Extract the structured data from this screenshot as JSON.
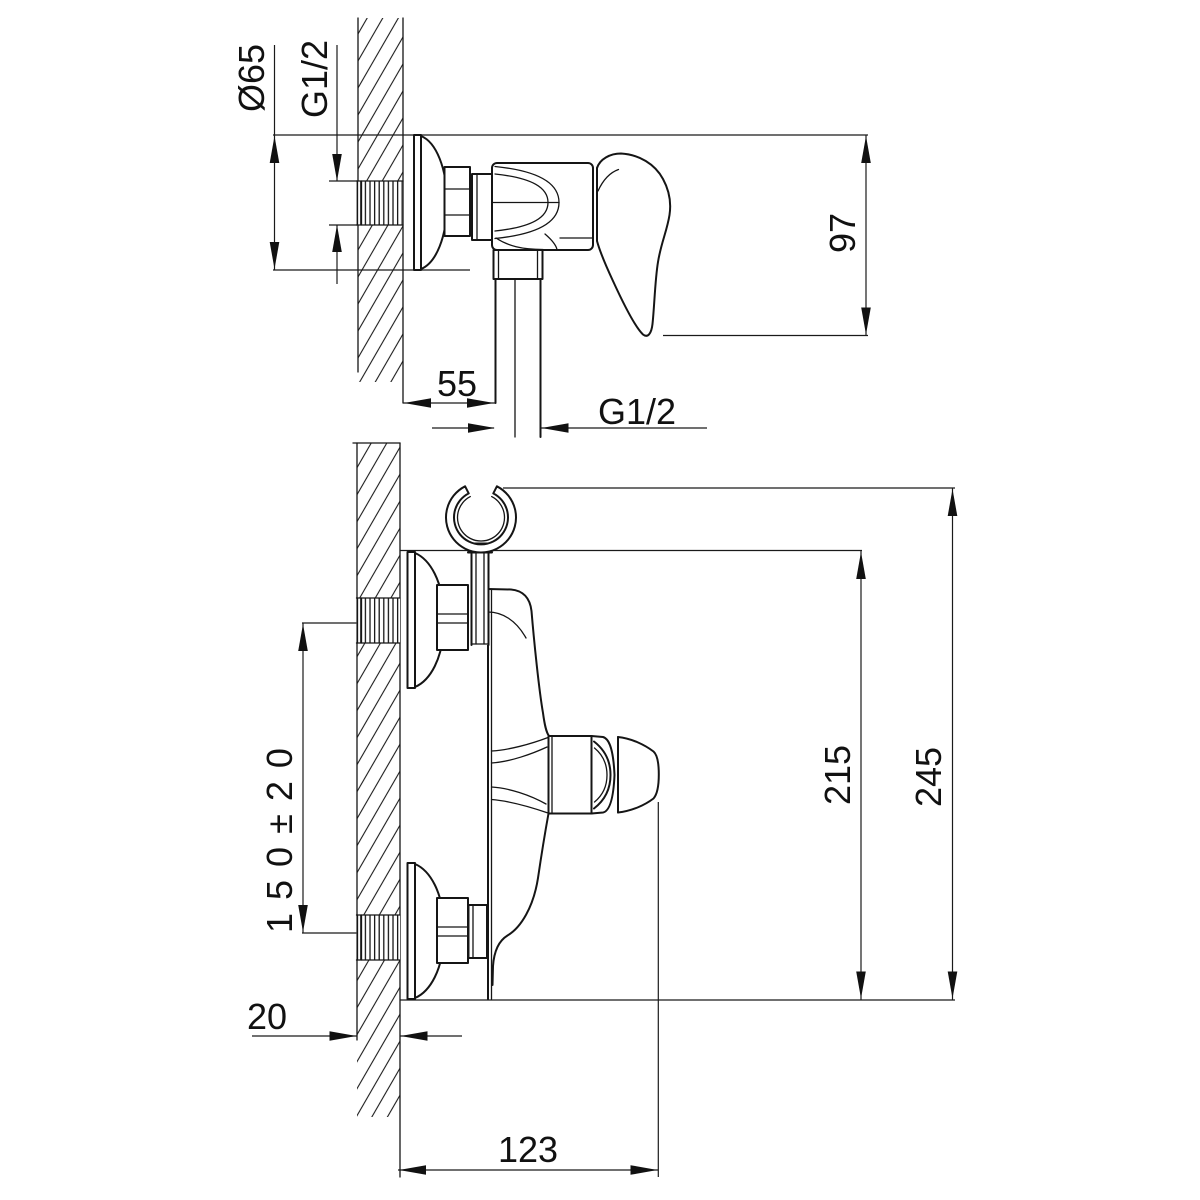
{
  "drawing": {
    "subject": "wall-mounted shower mixer installation drawing",
    "background": "#ffffff",
    "line_color": "#151515",
    "labels": {
      "top_view": {
        "escutcheon_diameter": "Ø65",
        "inlet_thread": "G1/2",
        "height": "97",
        "wall_to_outlet": "55",
        "outlet_thread": "G1/2"
      },
      "front_view": {
        "inlet_spacing": "150±20",
        "height_to_body_top": "215",
        "height_to_holder_top": "245",
        "wall_thickness": "20",
        "depth": "123"
      }
    }
  }
}
